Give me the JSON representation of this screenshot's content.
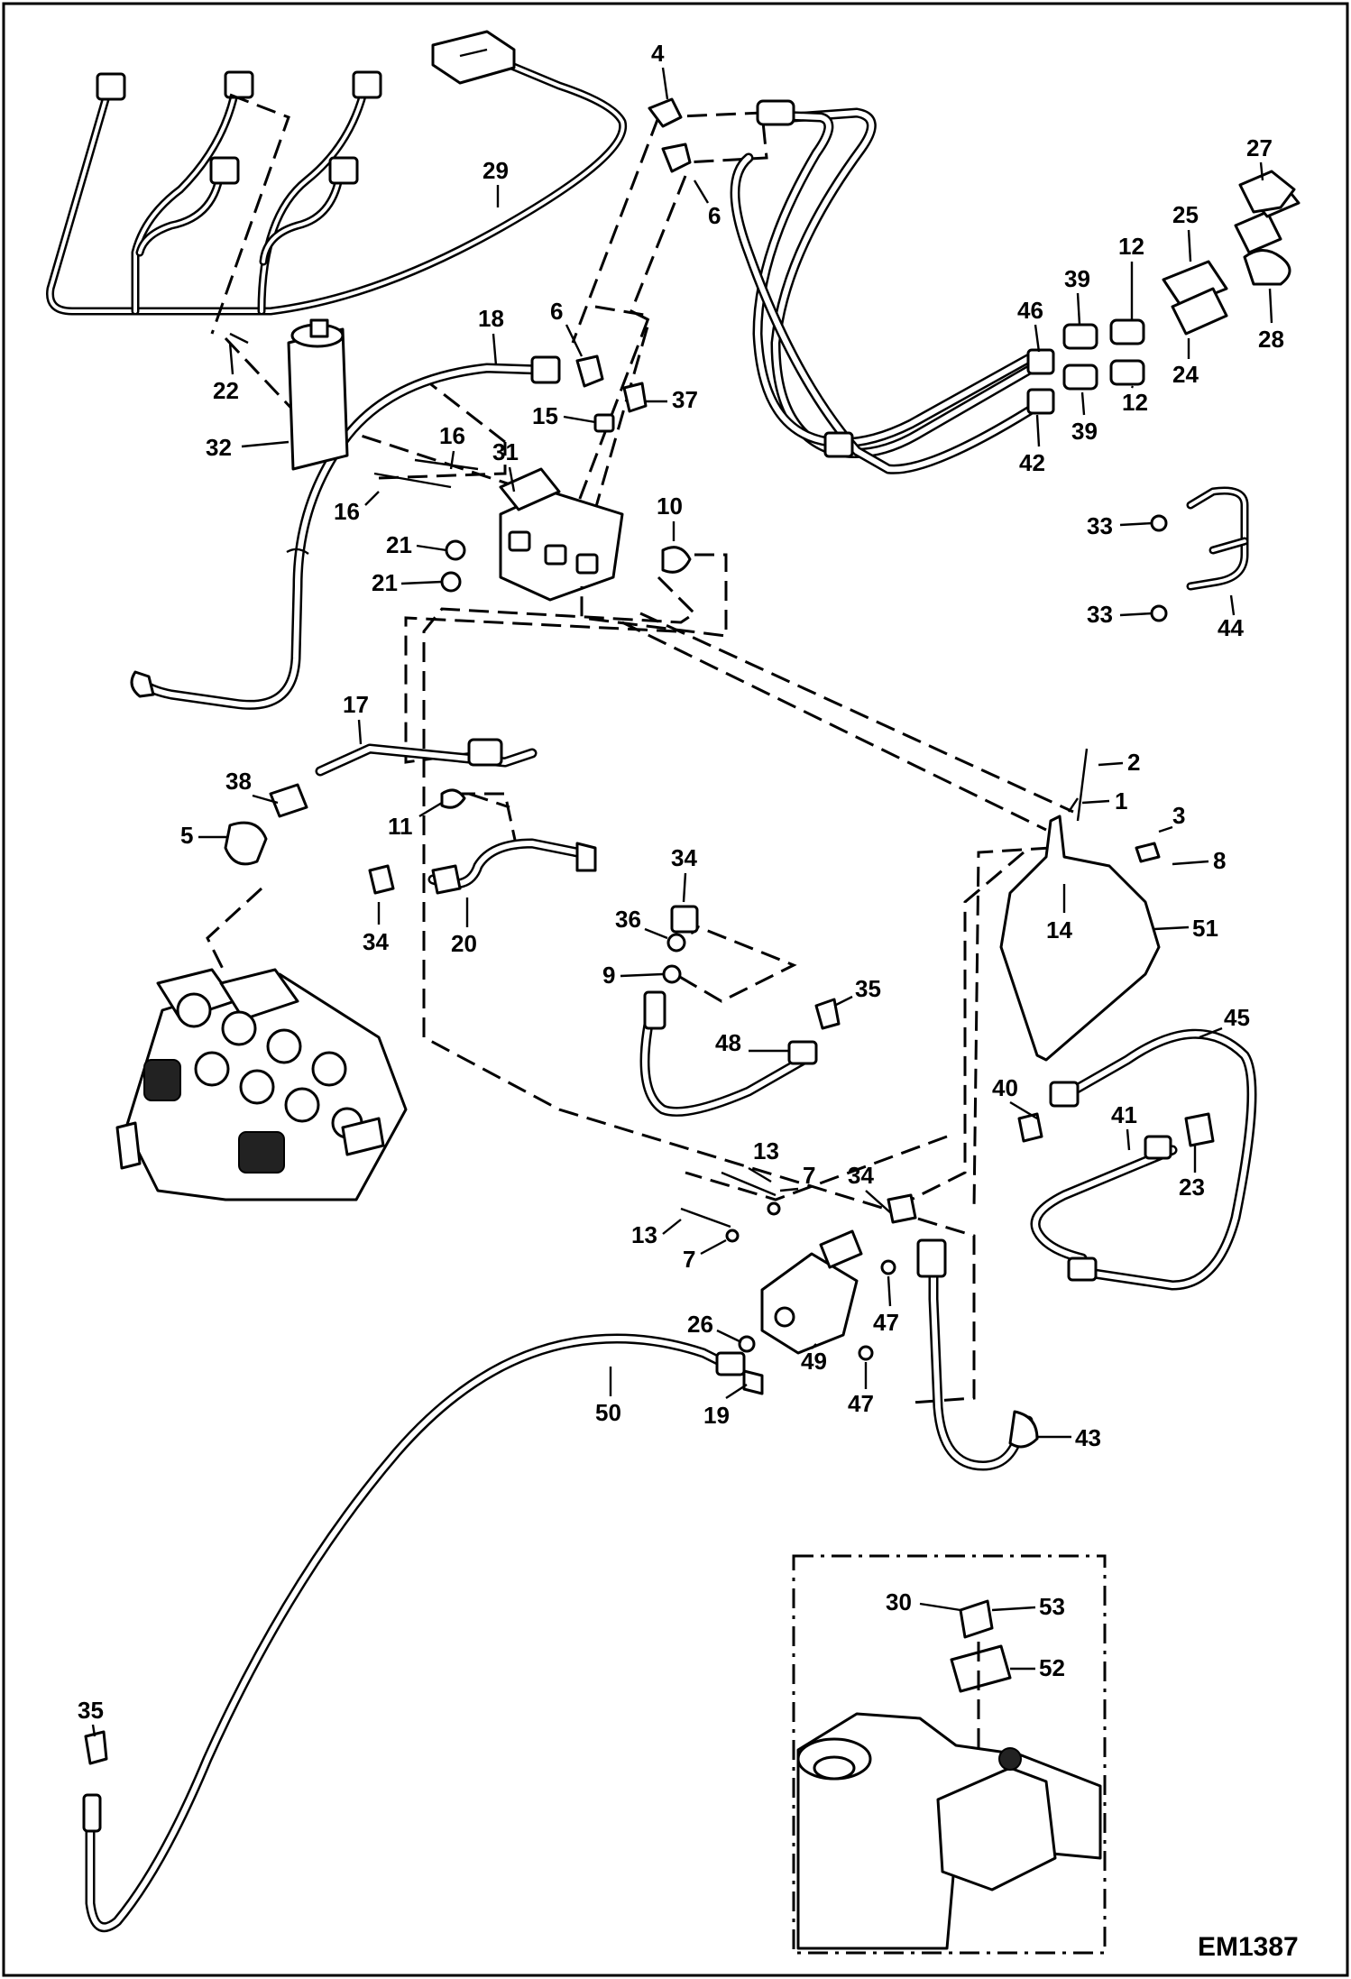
{
  "figure_code": "EM1387",
  "callouts": [
    {
      "id": "c1",
      "text": "1"
    },
    {
      "id": "c2",
      "text": "2"
    },
    {
      "id": "c3",
      "text": "3"
    },
    {
      "id": "c4",
      "text": "4"
    },
    {
      "id": "c5",
      "text": "5"
    },
    {
      "id": "c6a",
      "text": "6"
    },
    {
      "id": "c6b",
      "text": "6"
    },
    {
      "id": "c7a",
      "text": "7"
    },
    {
      "id": "c7b",
      "text": "7"
    },
    {
      "id": "c8",
      "text": "8"
    },
    {
      "id": "c9",
      "text": "9"
    },
    {
      "id": "c10",
      "text": "10"
    },
    {
      "id": "c11",
      "text": "11"
    },
    {
      "id": "c12a",
      "text": "12"
    },
    {
      "id": "c12b",
      "text": "12"
    },
    {
      "id": "c13a",
      "text": "13"
    },
    {
      "id": "c13b",
      "text": "13"
    },
    {
      "id": "c14",
      "text": "14"
    },
    {
      "id": "c15",
      "text": "15"
    },
    {
      "id": "c16a",
      "text": "16"
    },
    {
      "id": "c16b",
      "text": "16"
    },
    {
      "id": "c17",
      "text": "17"
    },
    {
      "id": "c18",
      "text": "18"
    },
    {
      "id": "c19",
      "text": "19"
    },
    {
      "id": "c20",
      "text": "20"
    },
    {
      "id": "c21a",
      "text": "21"
    },
    {
      "id": "c21b",
      "text": "21"
    },
    {
      "id": "c22",
      "text": "22"
    },
    {
      "id": "c23",
      "text": "23"
    },
    {
      "id": "c24",
      "text": "24"
    },
    {
      "id": "c25",
      "text": "25"
    },
    {
      "id": "c26",
      "text": "26"
    },
    {
      "id": "c27",
      "text": "27"
    },
    {
      "id": "c28",
      "text": "28"
    },
    {
      "id": "c29",
      "text": "29"
    },
    {
      "id": "c30",
      "text": "30"
    },
    {
      "id": "c31",
      "text": "31"
    },
    {
      "id": "c32",
      "text": "32"
    },
    {
      "id": "c33a",
      "text": "33"
    },
    {
      "id": "c33b",
      "text": "33"
    },
    {
      "id": "c34a",
      "text": "34"
    },
    {
      "id": "c34b",
      "text": "34"
    },
    {
      "id": "c34c",
      "text": "34"
    },
    {
      "id": "c35a",
      "text": "35"
    },
    {
      "id": "c35b",
      "text": "35"
    },
    {
      "id": "c36",
      "text": "36"
    },
    {
      "id": "c37",
      "text": "37"
    },
    {
      "id": "c38",
      "text": "38"
    },
    {
      "id": "c39a",
      "text": "39"
    },
    {
      "id": "c39b",
      "text": "39"
    },
    {
      "id": "c40",
      "text": "40"
    },
    {
      "id": "c41",
      "text": "41"
    },
    {
      "id": "c42",
      "text": "42"
    },
    {
      "id": "c43",
      "text": "43"
    },
    {
      "id": "c44",
      "text": "44"
    },
    {
      "id": "c45",
      "text": "45"
    },
    {
      "id": "c46",
      "text": "46"
    },
    {
      "id": "c47a",
      "text": "47"
    },
    {
      "id": "c47b",
      "text": "47"
    },
    {
      "id": "c48",
      "text": "48"
    },
    {
      "id": "c49",
      "text": "49"
    },
    {
      "id": "c50",
      "text": "50"
    },
    {
      "id": "c51",
      "text": "51"
    },
    {
      "id": "c52",
      "text": "52"
    },
    {
      "id": "c53",
      "text": "53"
    }
  ]
}
